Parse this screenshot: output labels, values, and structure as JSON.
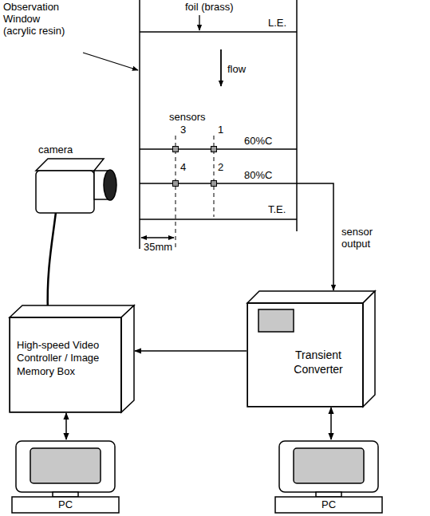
{
  "diagram": {
    "nodes": [
      {
        "text": [
          "High-speed Video Controller / Image Memory Box"
        ]
      },
      {
        "text": [
          "Transient Converter"
        ]
      },
      {
        "text": [
          "PC"
        ]
      },
      {
        "text": [
          "PC"
        ]
      }
    ],
    "edges": [
      {
        "from": 1,
        "to": 0,
        "arrow": "to"
      },
      {
        "from": 0,
        "to": 2,
        "arrow": "both"
      },
      {
        "from": 1,
        "to": 3,
        "arrow": "both"
      }
    ],
    "labels": [
      "Observation Window (acrylic resin)",
      "foil (brass)",
      "L.E.",
      "flow",
      "sensors",
      "3",
      "1",
      "60%C",
      "4",
      "2",
      "80%C",
      "T.E.",
      "35mm",
      "camera",
      "sensor output"
    ]
  }
}
